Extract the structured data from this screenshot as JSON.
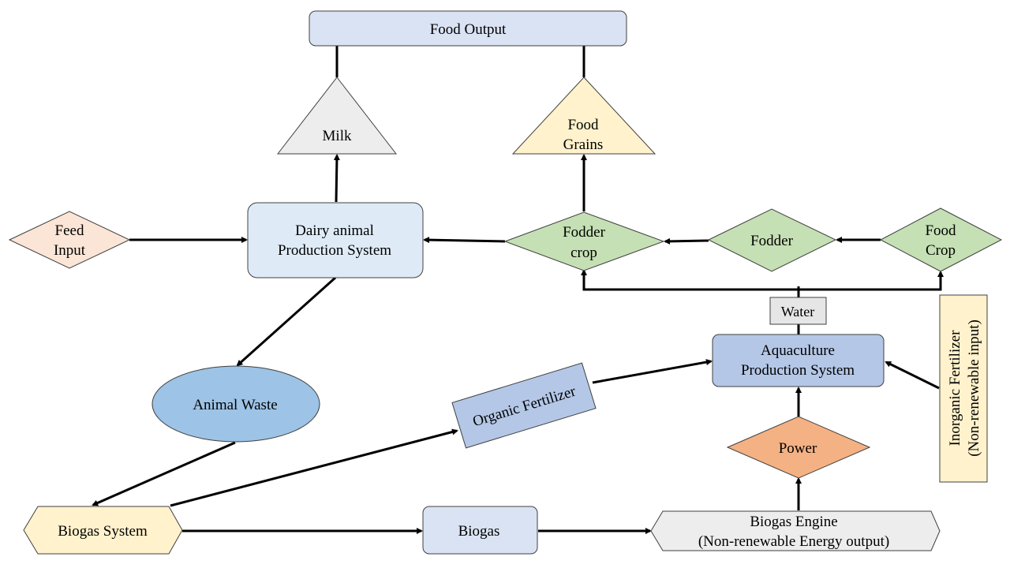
{
  "nodes": {
    "food_output": "Food Output",
    "milk": "Milk",
    "food_grains": [
      "Food",
      "Grains"
    ],
    "feed_input": [
      "Feed",
      "Input"
    ],
    "dairy": [
      "Dairy animal",
      "Production System"
    ],
    "fodder_crop": [
      "Fodder",
      "crop"
    ],
    "fodder": "Fodder",
    "food_crop": [
      "Food",
      "Crop"
    ],
    "water": "Water",
    "aquaculture": [
      "Aquaculture",
      "Production System"
    ],
    "inorganic": [
      "Inorganic Fertilizer",
      "(Non-renewable input)"
    ],
    "animal_waste": "Animal Waste",
    "organic_fertilizer": "Organic Fertilizer",
    "power": "Power",
    "biogas_system": "Biogas System",
    "biogas": "Biogas",
    "biogas_engine": [
      "Biogas Engine",
      "(Non-renewable Energy output)"
    ]
  },
  "colors": {
    "blue_light": "#dae3f3",
    "blue_mid": "#b4c7e7",
    "blue_dark": "#9dc3e6",
    "dairy_fill": "#deebf7",
    "triangle_gray": "#ededed",
    "cream": "#fff2cc",
    "peach": "#fbe5d6",
    "green": "#c5e0b4",
    "orange": "#f4b183",
    "engine_gray": "#ededed",
    "water_gray": "#e7e6e6"
  }
}
